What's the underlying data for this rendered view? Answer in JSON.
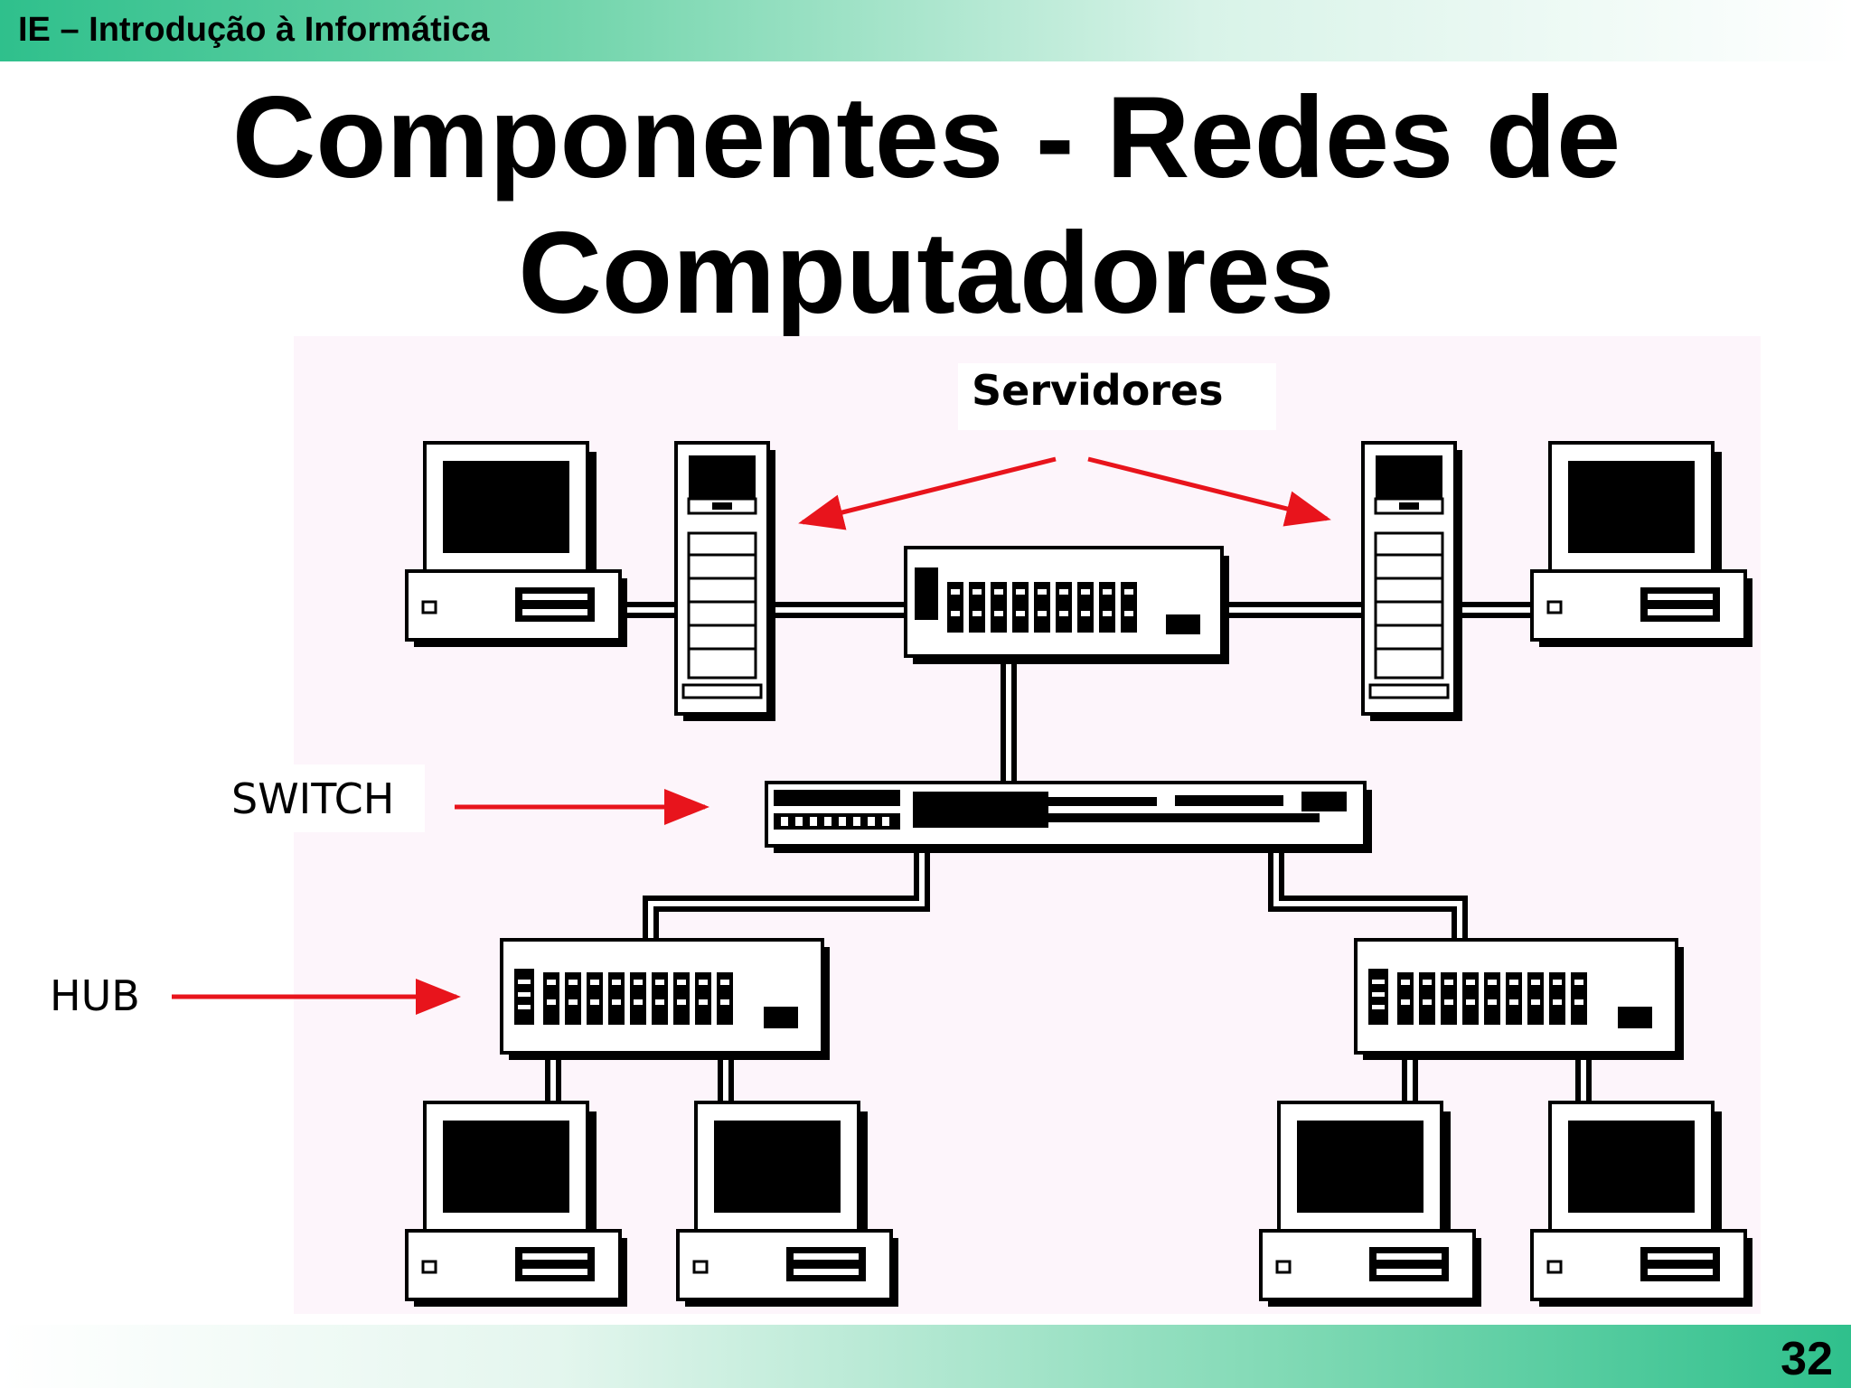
{
  "header": {
    "course": "IE – Introdução à Informática"
  },
  "slide": {
    "title_line1": "Componentes - Redes de",
    "title_line2": "Computadores",
    "number": "32"
  },
  "diagram": {
    "labels": {
      "servers": "Servidores",
      "switch": "SWITCH",
      "hub": "HUB"
    },
    "colors": {
      "arrow": "#e8141c",
      "background": "#fdf5fb",
      "device": "#000000"
    }
  }
}
